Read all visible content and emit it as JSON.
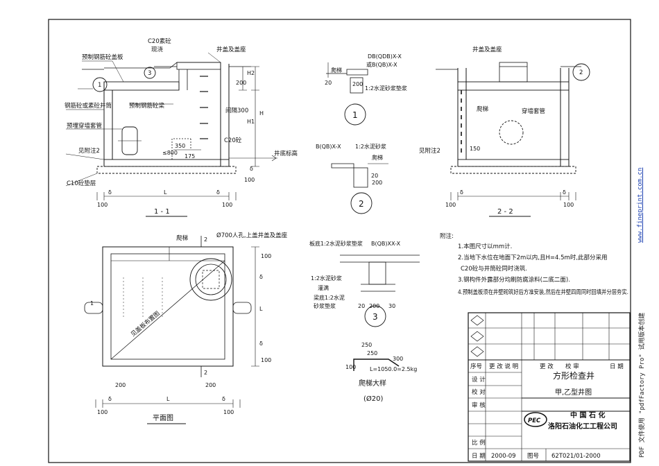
{
  "section_1_1": {
    "title": "1 - 1",
    "labels": {
      "c20_cast": "C20素砼",
      "cast_in_place": "现浇",
      "cover_and_seat": "井盖及盖座",
      "precast_slab": "预制钢筋砼盖板",
      "precast_beam": "预制钢筋砼梁",
      "rc_or_plain_shaft": "钢筋砼或素砼井筒",
      "embedded_sleeve": "预埋穿墙套管",
      "see_note_2": "见附注2",
      "c10_bedding": "C10砼垫层",
      "spacing_300": "间隔300",
      "c20_concrete": "C20砼",
      "well_bottom_elev": "井底标高"
    },
    "dims": {
      "d200": "200",
      "h2": "H2",
      "h": "H",
      "h1": "H1",
      "d350": "350",
      "d175": "175",
      "le800": "≤800",
      "d100": "100",
      "delta": "δ",
      "L": "L"
    },
    "callouts": {
      "c1": "1",
      "c3": "3"
    }
  },
  "section_2_2": {
    "title": "2 - 2",
    "labels": {
      "cover_and_seat": "井盖及盖座",
      "ladder": "爬梯",
      "wall_sleeve": "穿墙套管",
      "see_note_2": "见附注2"
    },
    "dims": {
      "d100": "100",
      "d150": "150",
      "delta": "δ"
    },
    "callouts": {
      "c2": "2"
    }
  },
  "detail_1": {
    "number": "1",
    "labels": {
      "code1": "DB(QDB)X-X",
      "code2": "或B(QB)X-X",
      "mortar": "1:2水泥砂浆垫浆",
      "ladder": "爬梯"
    },
    "dims": {
      "d20": "20",
      "d200": "200"
    }
  },
  "detail_2": {
    "number": "2",
    "labels": {
      "code": "B(QB)X-X",
      "mortar": "1:2水泥砂浆",
      "ladder": "爬梯"
    },
    "dims": {
      "d20": "20",
      "d200": "200"
    }
  },
  "detail_3": {
    "number": "3",
    "labels": {
      "slab_mortar": "板底1:2水泥砂浆垫浆",
      "code": "B(QB)XX-X",
      "mortar1": "1:2水泥砂浆",
      "grout": "灌满",
      "beam_mortar": "梁底1:2水泥",
      "mortar_pad": "砂浆垫浆"
    },
    "dims": {
      "d20": "20",
      "d200": "200",
      "d30": "30"
    }
  },
  "ladder_detail": {
    "title": "爬梯大样",
    "subtitle": "(Ø20)",
    "dims": {
      "d250a": "250",
      "d250b": "250",
      "d100": "100",
      "d300": "300"
    },
    "formula": "L=1050.0=2.5kg"
  },
  "plan": {
    "title": "平面图",
    "labels": {
      "ladder": "爬梯",
      "manhole": "Ø700人孔,上盖井盖及盖座",
      "slab_layout": "见盖板布置图"
    },
    "dims": {
      "d100": "100",
      "d200": "200",
      "delta": "δ",
      "L": "L"
    },
    "section_marks": {
      "s1": "1",
      "s2": "2"
    }
  },
  "notes": {
    "heading": "附注:",
    "items": [
      "1.本图尺寸以mm计.",
      "2.当地下水位在地面下2m以内,且H=4.5m时,此部分采用",
      "C20砼与井筒砼同时浇筑.",
      "3.钢构件外露部分均刷防腐涂料(二底二面).",
      "4.预制盖板须在井壁砌筑好后方准安装,然后在井壁四周同时回填并分层夯实."
    ]
  },
  "title_block": {
    "revision_headers": [
      "序号",
      "更 改 说 明",
      "更 改",
      "校 审",
      "日 期"
    ],
    "roles": [
      "设 计",
      "校 对",
      "审 核"
    ],
    "drawing_name": "方形检查井",
    "drawing_subtitle": "甲,乙型井图",
    "company_line1": "中 国 石 化",
    "company_line2": "洛阳石油化工工程公司",
    "logo_text": "PEC",
    "scale_label": "比 例",
    "date_label": "日 期",
    "date_value": "2000-09",
    "drawing_no_label": "图号",
    "drawing_no": "62T021/01-2000"
  },
  "watermark": {
    "text": "PDF 文件使用 \"pdfFactory Pro\" 试用版本创建",
    "url": "www.fineprint.com.cn"
  }
}
